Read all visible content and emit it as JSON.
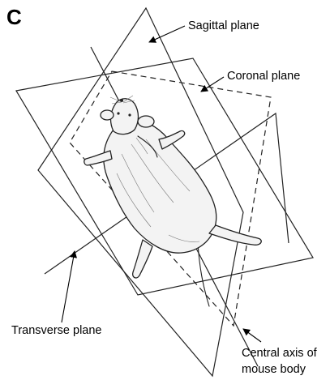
{
  "figure": {
    "panel_letter": "C",
    "labels": {
      "sagittal": "Sagittal plane",
      "coronal": "Coronal plane",
      "transverse": "Transverse plane",
      "axis_line1": "Central axis of",
      "axis_line2": "mouse body"
    }
  }
}
